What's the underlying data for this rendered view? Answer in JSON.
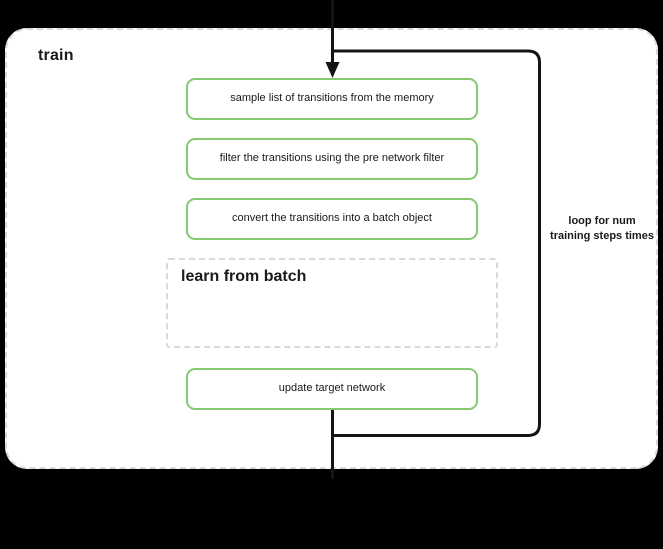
{
  "diagram": {
    "title": "train",
    "group": {
      "label": "train",
      "border_style": "dashed",
      "border_color": "#d9d9d9"
    },
    "steps": [
      {
        "id": "sample",
        "label": "sample list of transitions from the memory",
        "color": "#86c972"
      },
      {
        "id": "filter",
        "label": "filter the transitions using the pre network filter",
        "color": "#86c972"
      },
      {
        "id": "convert",
        "label": "convert the transitions into a batch object",
        "color": "#86c972"
      },
      {
        "id": "update",
        "label": "update target network",
        "color": "#86c972"
      }
    ],
    "subgroup": {
      "label": "learn from batch",
      "border_style": "dashed",
      "border_color": "#d9d9d9"
    },
    "loop": {
      "label": "loop for num training steps times",
      "line_color": "#141414"
    },
    "connectors": {
      "entry_arrow": "arrow-down-into-sample",
      "loop_back": "loop-right-side"
    }
  }
}
